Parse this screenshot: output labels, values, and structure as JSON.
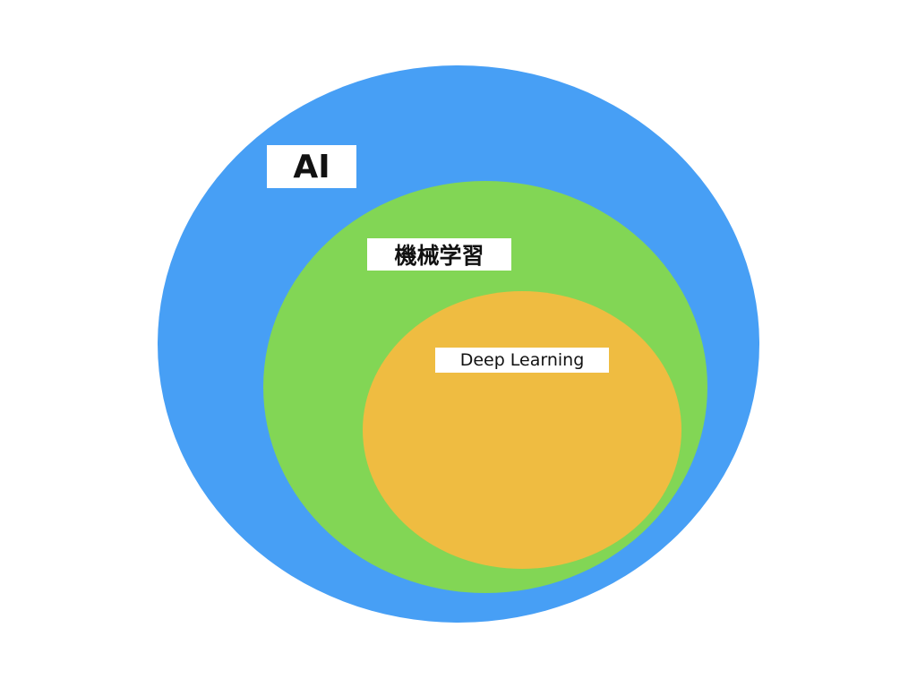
{
  "diagram": {
    "sets": [
      {
        "id": "ai",
        "label": "AI",
        "color": "#479ff5"
      },
      {
        "id": "ml",
        "label": "機械学習",
        "color": "#82d655",
        "inside": "ai"
      },
      {
        "id": "dl",
        "label": "Deep Learning",
        "color": "#efbc41",
        "inside": "ml"
      }
    ]
  }
}
